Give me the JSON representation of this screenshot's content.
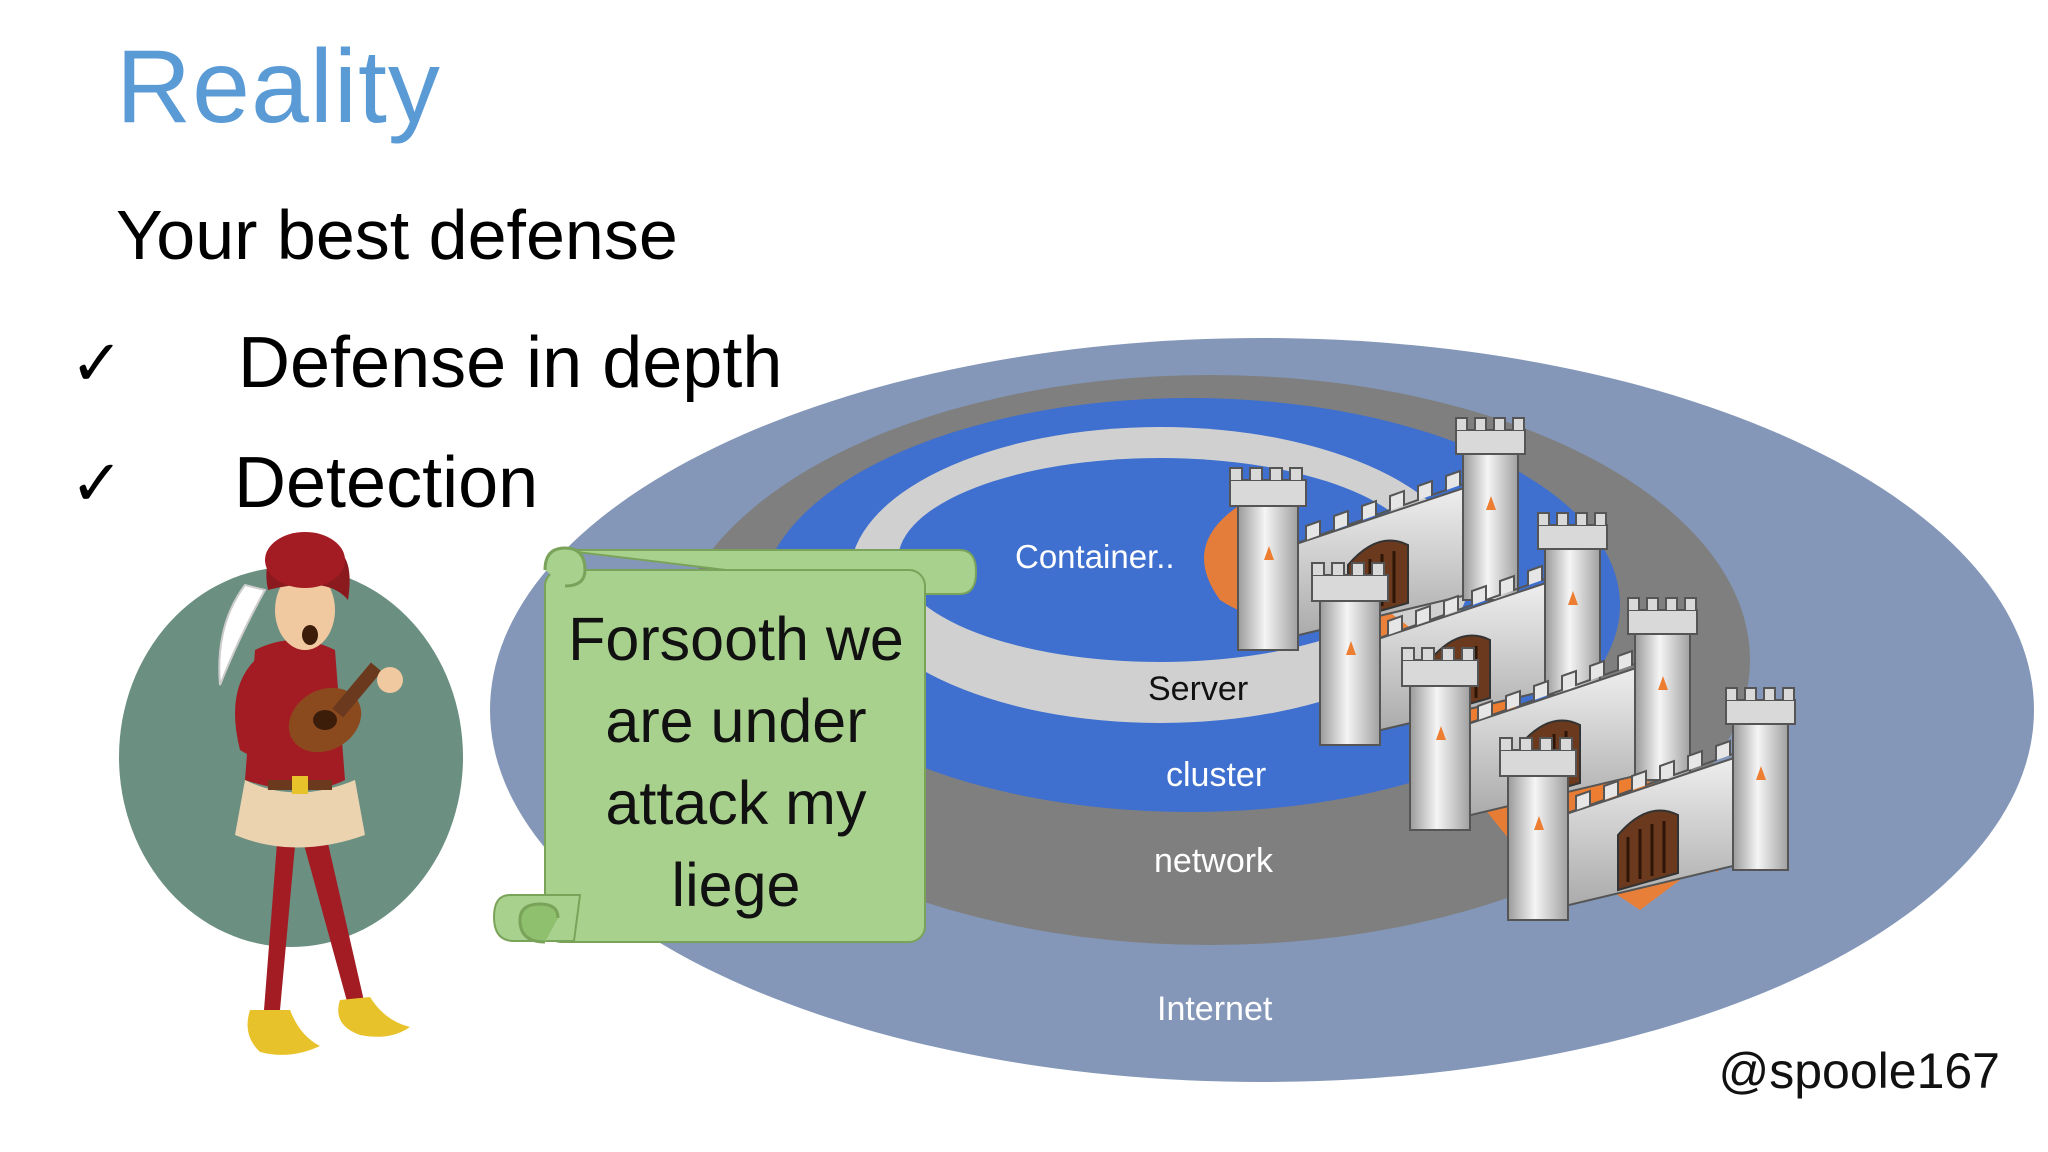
{
  "slide": {
    "title": "Reality",
    "subtitle": "Your best defense",
    "bullets": [
      {
        "check": "✓",
        "text": "Defense in depth"
      },
      {
        "check": "✓",
        "text": "Detection"
      }
    ],
    "handle": "@spoole167"
  },
  "diagram": {
    "layers": {
      "container": "Container..",
      "server": "Server",
      "cluster": "cluster",
      "network": "network",
      "internet": "Internet"
    },
    "colors": {
      "internet": "#8497b8",
      "network": "#808080",
      "cluster": "#3e6cc9",
      "server": "#cfcfcf",
      "container": "#3e6cc9",
      "arrow": "#ed7d31",
      "scroll": "#a9d18e"
    }
  },
  "speech_scroll": {
    "lines": [
      "Forsooth we",
      "are under",
      "attack my",
      "liege"
    ]
  },
  "icons": [
    "checkmark-icon",
    "castle-icon",
    "bard-figure",
    "scroll-banner",
    "attack-arrow-icon"
  ]
}
